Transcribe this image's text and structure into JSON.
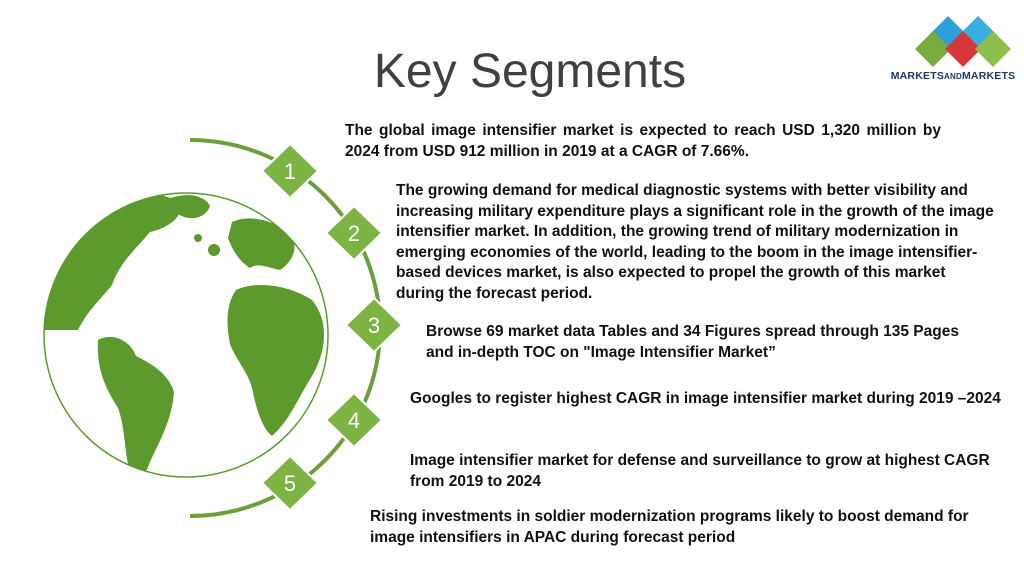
{
  "slide": {
    "title": "Key Segments"
  },
  "logo": {
    "wordmark_main_a": "MARKETS",
    "wordmark_and": "AND",
    "wordmark_main_b": "MARKETS",
    "colors": [
      "#2d9fd9",
      "#c0392b",
      "#7aab3e",
      "#8fbf4a"
    ]
  },
  "markers": [
    {
      "label": "1"
    },
    {
      "label": "2"
    },
    {
      "label": "3"
    },
    {
      "label": "4"
    },
    {
      "label": "5"
    }
  ],
  "points": [
    {
      "text": "The global image intensifier market is expected to reach USD 1,320 million by 2024 from USD 912 million in 2019 at a CAGR of 7.66%."
    },
    {
      "text": "The growing demand for medical diagnostic systems with better visibility and increasing military expenditure plays a significant role in the growth of the image intensifier market. In addition, the growing trend of military modernization in emerging economies of the world, leading to the boom in the image intensifier-based devices market, is also expected to propel the growth of this market during the forecast period."
    },
    {
      "text": "Browse 69 market data Tables and 34 Figures spread through 135 Pages and in-depth TOC on \"Image Intensifier Market”"
    },
    {
      "text": "Googles to register highest CAGR in image intensifier market during 2019 –2024"
    },
    {
      "text": "Image intensifier market for defense and surveillance to grow at highest CAGR from 2019 to 2024"
    },
    {
      "text": "Rising investments in soldier modernization programs likely to boost demand for image intensifiers in APAC during forecast period"
    }
  ],
  "colors": {
    "accent_green": "#6a9f3a",
    "diamond_fill": "#7cb342",
    "globe_green": "#5c9a2e",
    "title_gray": "#404040"
  }
}
